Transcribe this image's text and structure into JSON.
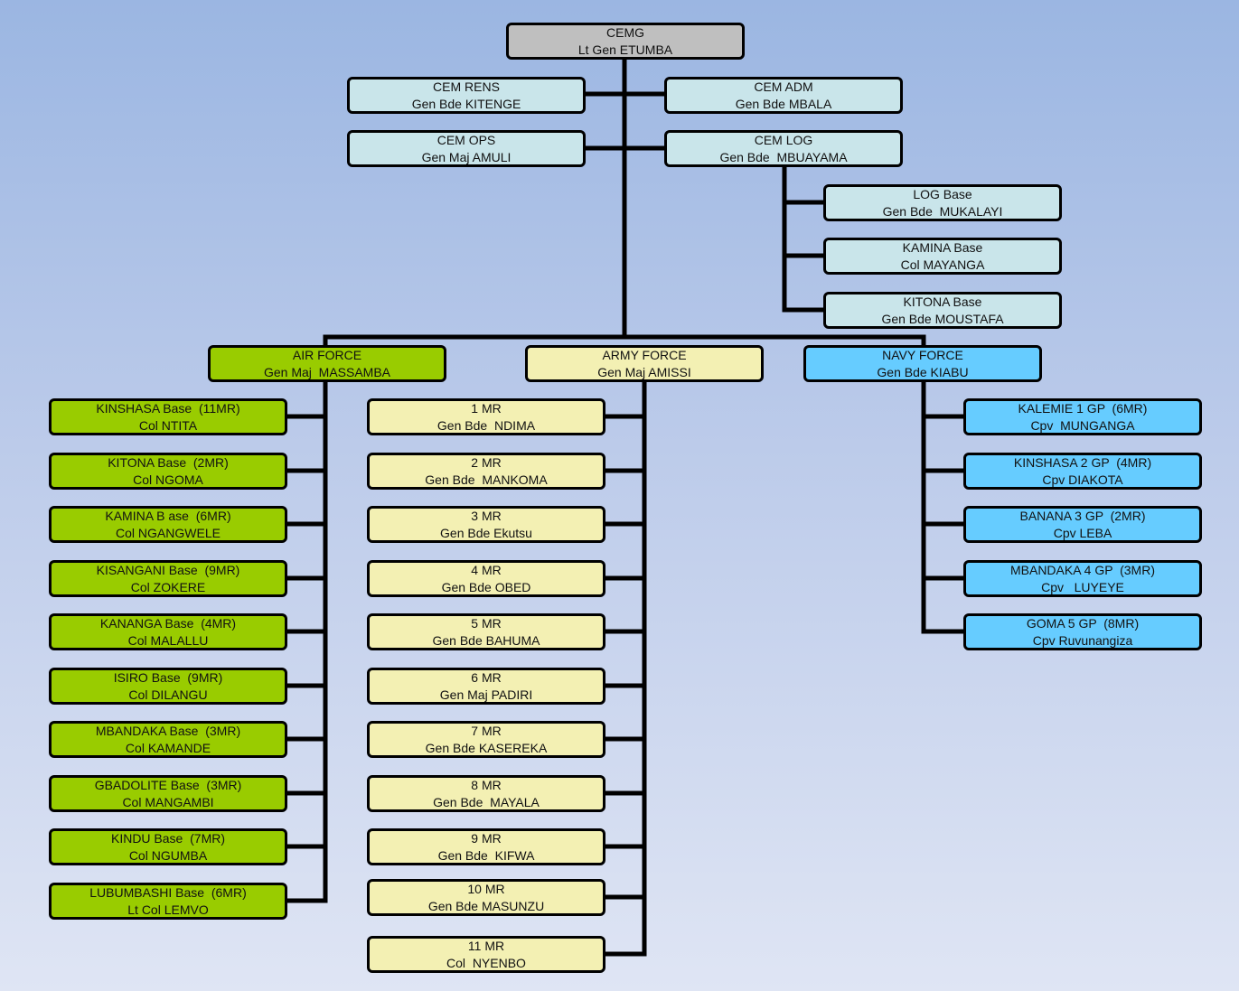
{
  "root": {
    "title": "CEMG",
    "name": "Lt Gen ETUMBA",
    "color": "#bfbfbf"
  },
  "staff": [
    {
      "title": "CEM RENS",
      "name": "Gen Bde KITENGE"
    },
    {
      "title": "CEM ADM",
      "name": "Gen Bde MBALA"
    },
    {
      "title": "CEM OPS",
      "name": "Gen Maj AMULI"
    },
    {
      "title": "CEM LOG",
      "name": "Gen Bde  MBUAYAMA"
    }
  ],
  "logistics_bases": [
    {
      "title": "LOG Base",
      "name": "Gen Bde  MUKALAYI"
    },
    {
      "title": "KAMINA Base",
      "name": "Col MAYANGA"
    },
    {
      "title": "KITONA Base",
      "name": "Gen Bde MOUSTAFA"
    }
  ],
  "forces": {
    "air": {
      "title": "AIR FORCE",
      "name": "Gen Maj  MASSAMBA",
      "color": "#99cc00",
      "units": [
        {
          "title": "KINSHASA Base  (11MR)",
          "name": "Col NTITA"
        },
        {
          "title": "KITONA Base  (2MR)",
          "name": "Col NGOMA"
        },
        {
          "title": "KAMINA B ase  (6MR)",
          "name": "Col NGANGWELE"
        },
        {
          "title": "KISANGANI Base  (9MR)",
          "name": "Col ZOKERE"
        },
        {
          "title": "KANANGA Base  (4MR)",
          "name": "Col MALALLU"
        },
        {
          "title": "ISIRO Base  (9MR)",
          "name": "Col DILANGU"
        },
        {
          "title": "MBANDAKA Base  (3MR)",
          "name": "Col KAMANDE"
        },
        {
          "title": "GBADOLITE Base  (3MR)",
          "name": "Col MANGAMBI"
        },
        {
          "title": "KINDU Base  (7MR)",
          "name": "Col NGUMBA"
        },
        {
          "title": "LUBUMBASHI Base  (6MR)",
          "name": "Lt Col LEMVO"
        }
      ]
    },
    "army": {
      "title": "ARMY FORCE",
      "name": "Gen Maj AMISSI",
      "color": "#f3f0b3",
      "units": [
        {
          "title": "1 MR",
          "name": "Gen Bde  NDIMA"
        },
        {
          "title": "2 MR",
          "name": "Gen Bde  MANKOMA"
        },
        {
          "title": "3 MR",
          "name": "Gen Bde Ekutsu"
        },
        {
          "title": "4 MR",
          "name": "Gen Bde OBED"
        },
        {
          "title": "5 MR",
          "name": "Gen Bde BAHUMA"
        },
        {
          "title": "6 MR",
          "name": "Gen Maj PADIRI"
        },
        {
          "title": "7 MR",
          "name": "Gen Bde KASEREKA"
        },
        {
          "title": "8 MR",
          "name": "Gen Bde  MAYALA"
        },
        {
          "title": "9 MR",
          "name": "Gen Bde  KIFWA"
        },
        {
          "title": "10 MR",
          "name": "Gen Bde MASUNZU"
        },
        {
          "title": "11 MR",
          "name": "Col  NYENBO"
        }
      ]
    },
    "navy": {
      "title": "NAVY FORCE",
      "name": "Gen Bde KIABU",
      "color": "#66ccff",
      "units": [
        {
          "title": "KALEMIE 1 GP  (6MR)",
          "name": "Cpv  MUNGANGA"
        },
        {
          "title": "KINSHASA 2 GP  (4MR)",
          "name": "Cpv DIAKOTA"
        },
        {
          "title": "BANANA 3 GP  (2MR)",
          "name": "Cpv LEBA"
        },
        {
          "title": "MBANDAKA 4 GP  (3MR)",
          "name": "Cpv   LUYEYE"
        },
        {
          "title": "GOMA 5 GP  (8MR)",
          "name": "Cpv Ruvunangiza"
        }
      ]
    }
  }
}
